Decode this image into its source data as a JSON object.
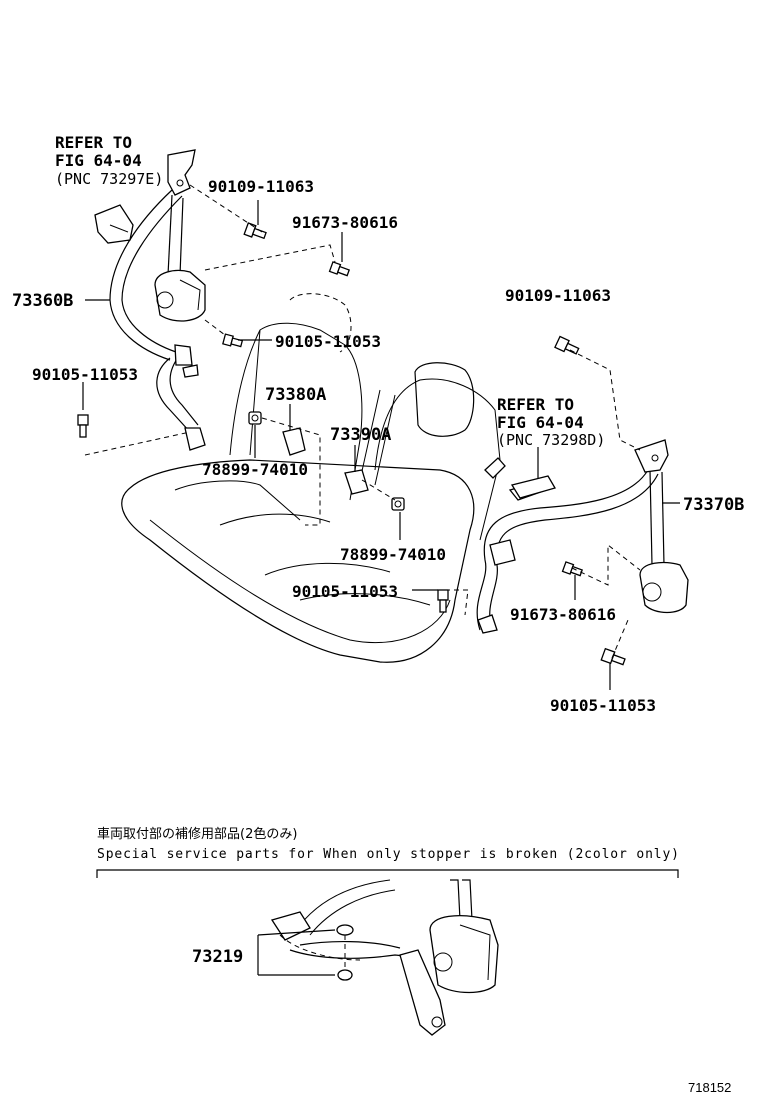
{
  "diagram": {
    "labels": {
      "refer_left_1": "REFER TO",
      "refer_left_2": "FIG 64-04",
      "refer_left_3": "(PNC 73297E)",
      "p_90109_left": "90109-11063",
      "p_91673_top": "91673-80616",
      "p_73360b": "73360B",
      "p_90105_mid": "90105-11053",
      "p_90105_left": "90105-11053",
      "p_73380a": "73380A",
      "p_73390a": "73390A",
      "p_78899_left": "78899-74010",
      "p_78899_mid": "78899-74010",
      "p_90105_bottom": "90105-11053",
      "p_90109_right": "90109-11063",
      "refer_right_1": "REFER TO",
      "refer_right_2": "FIG 64-04",
      "refer_right_3": "(PNC 73298D)",
      "p_73370b": "73370B",
      "p_91673_right": "91673-80616",
      "p_90105_right": "90105-11053"
    },
    "service_note": {
      "japanese": "車両取付部の補修用部品(2色のみ)",
      "english": "Special service parts for When only stopper is broken (2color only)"
    },
    "inset_label": "73219",
    "figure_number": "718152"
  }
}
